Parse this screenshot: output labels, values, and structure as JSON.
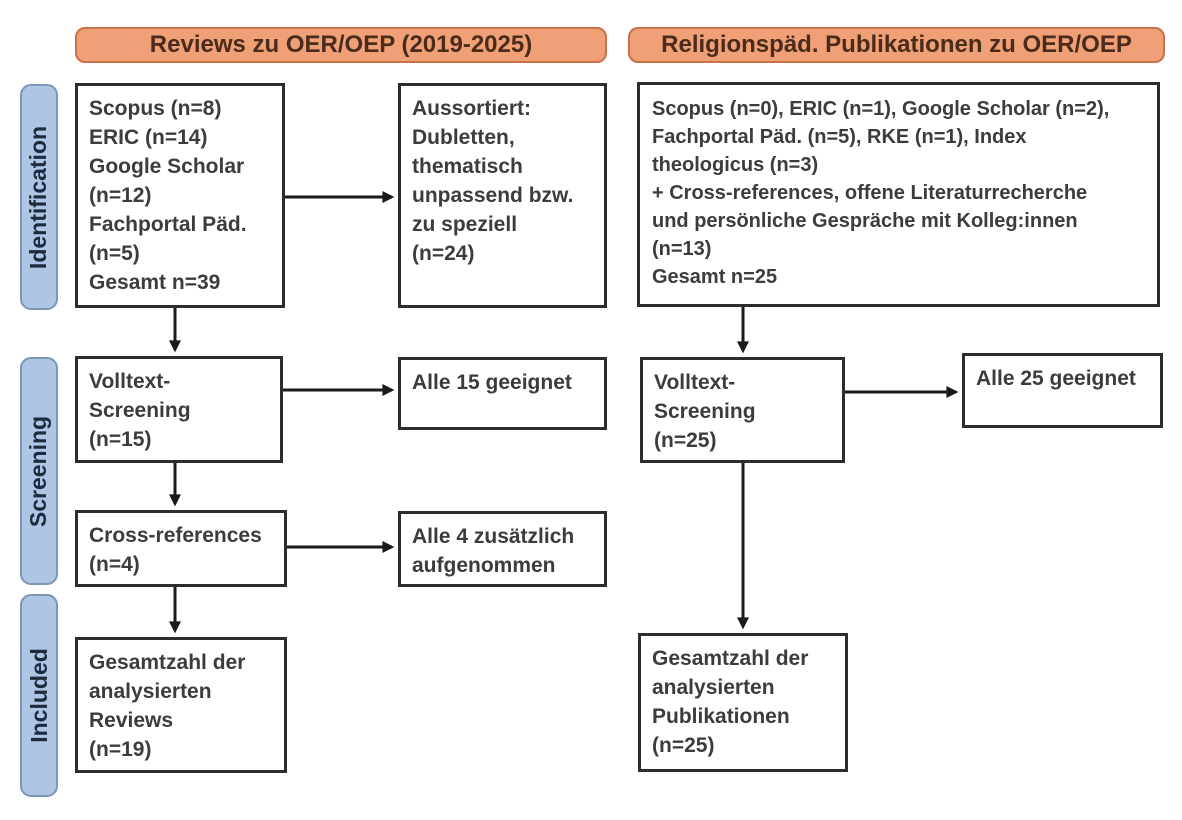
{
  "diagram": {
    "columns": [
      {
        "header": "Reviews zu OER/OEP (2019-2025)"
      },
      {
        "header": "Religionspäd. Publikationen zu OER/OEP"
      }
    ],
    "stages": [
      "Identification",
      "Screening",
      "Included"
    ],
    "left": {
      "sources": "Scopus (n=8)\nERIC (n=14)\nGoogle Scholar\n(n=12)\nFachportal Päd.\n(n=5)\nGesamt n=39",
      "excluded": "Aussortiert:\nDubletten,\nthematisch\nunpassend bzw.\nzu speziell\n(n=24)",
      "fulltext": "Volltext-\nScreening\n(n=15)",
      "fulltext_result": "Alle 15 geeignet",
      "crossref": "Cross-references\n(n=4)",
      "crossref_result": "Alle 4 zusätzlich\naufgenommen",
      "included": "Gesamtzahl der\nanalysierten\nReviews\n(n=19)"
    },
    "right": {
      "sources": "Scopus (n=0), ERIC (n=1), Google Scholar (n=2),\nFachportal Päd. (n=5), RKE (n=1), Index\ntheologicus (n=3)\n+ Cross-references, offene Literaturrecherche\nund persönliche Gespräche mit Kolleg:innen\n(n=13)\nGesamt n=25",
      "fulltext": "Volltext-\nScreening\n(n=25)",
      "fulltext_result": "Alle 25 geeignet",
      "included": "Gesamtzahl der\nanalysierten\nPublikationen\n(n=25)"
    },
    "colors": {
      "header_fill": "#F0A076",
      "header_border": "#C8714A",
      "header_text": "#4A2B1C",
      "stage_fill": "#AEC5E6",
      "stage_border": "#7C96B8",
      "stage_text": "#1E2B3C",
      "box_border": "#2D2D2D",
      "box_text": "#3C3C3C",
      "arrow": "#1A1A1A"
    }
  }
}
